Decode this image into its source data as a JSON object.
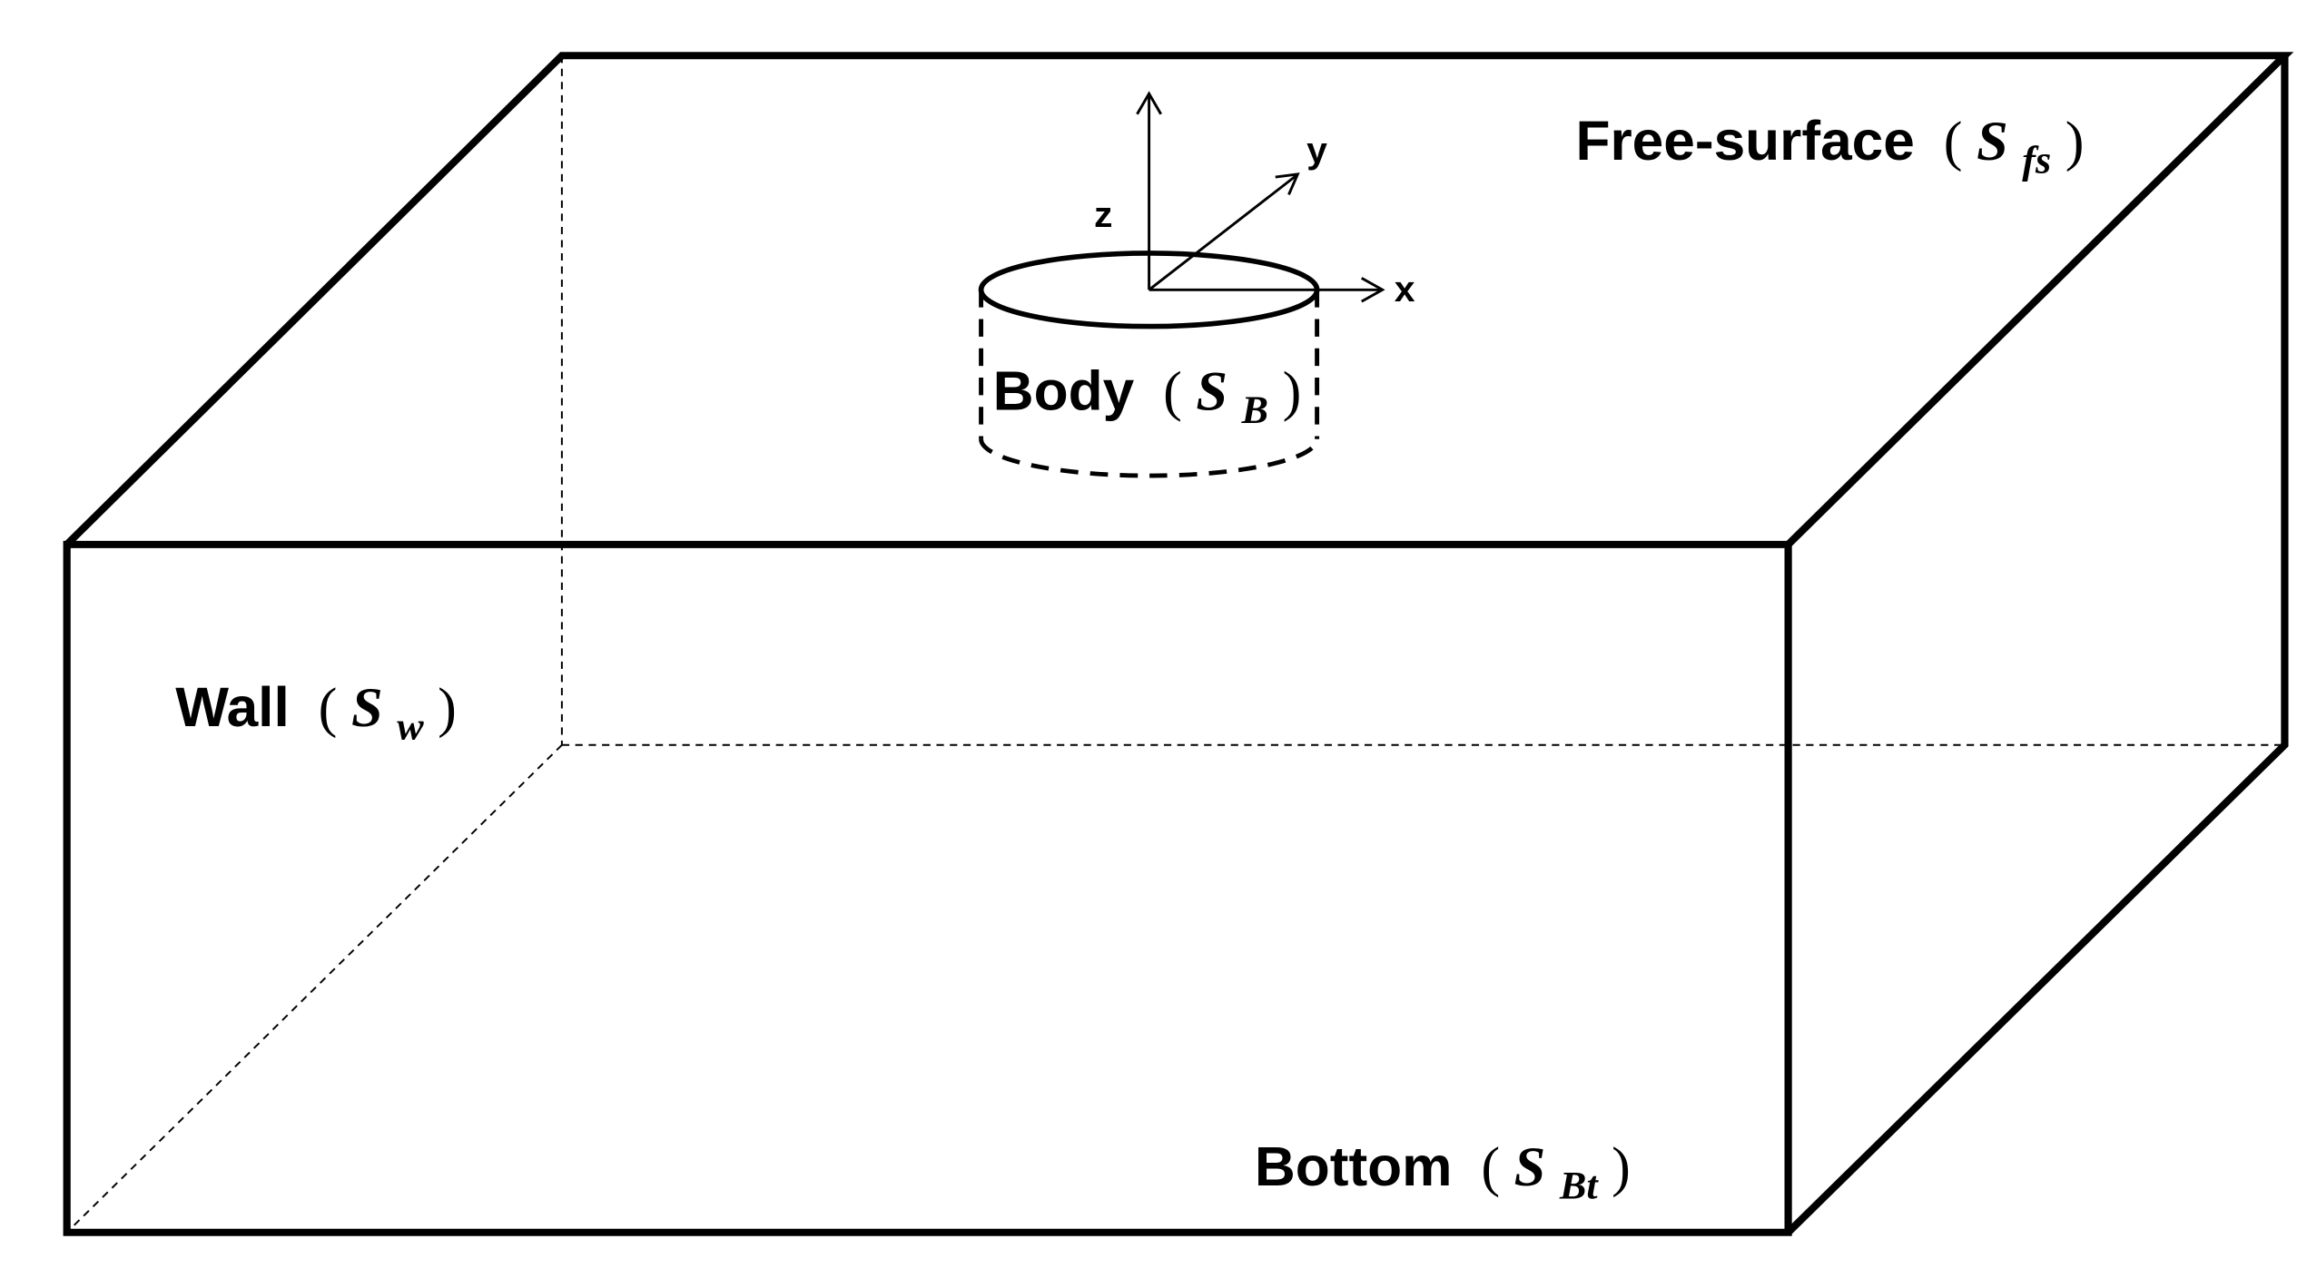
{
  "labels": {
    "free_surface": {
      "word": "Free-surface",
      "open": "(",
      "symbol": "S",
      "subscript": "fs",
      "close": ")"
    },
    "body": {
      "word": "Body",
      "open": "(",
      "symbol": "S",
      "subscript": "B",
      "close": ")"
    },
    "wall": {
      "word": "Wall",
      "open": "(",
      "symbol": "S",
      "subscript": "w",
      "close": ")"
    },
    "bottom": {
      "word": "Bottom",
      "open": "(",
      "symbol": "S",
      "subscript": "Bt",
      "close": ")"
    }
  },
  "axes": {
    "x": "x",
    "y": "y",
    "z": "z"
  },
  "colors": {
    "line": "#000000",
    "background": "#ffffff"
  }
}
